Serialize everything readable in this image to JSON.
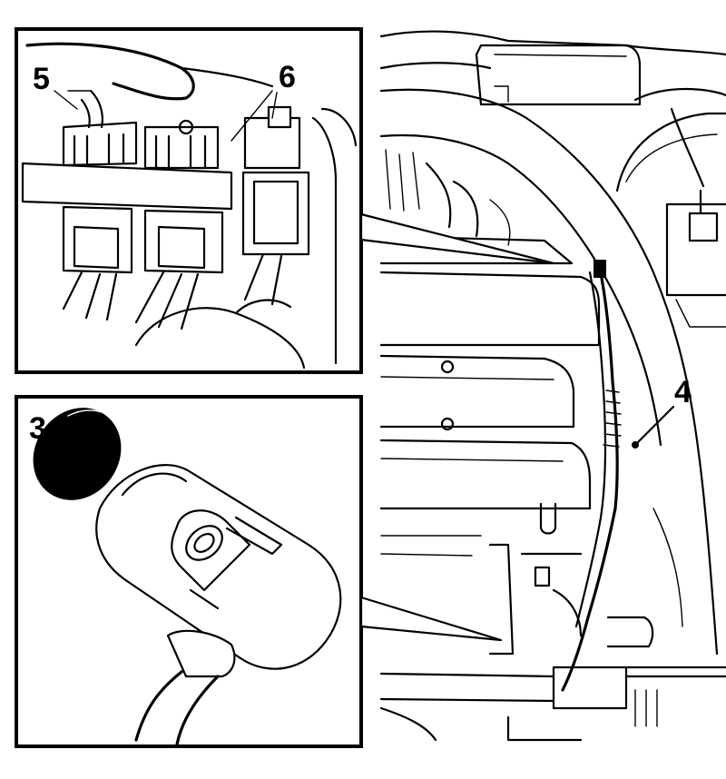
{
  "callouts": {
    "label_5": "5",
    "label_6": "6",
    "label_3": "3",
    "label_4": "4"
  },
  "colors": {
    "ink": "#000000",
    "paper": "#ffffff"
  }
}
